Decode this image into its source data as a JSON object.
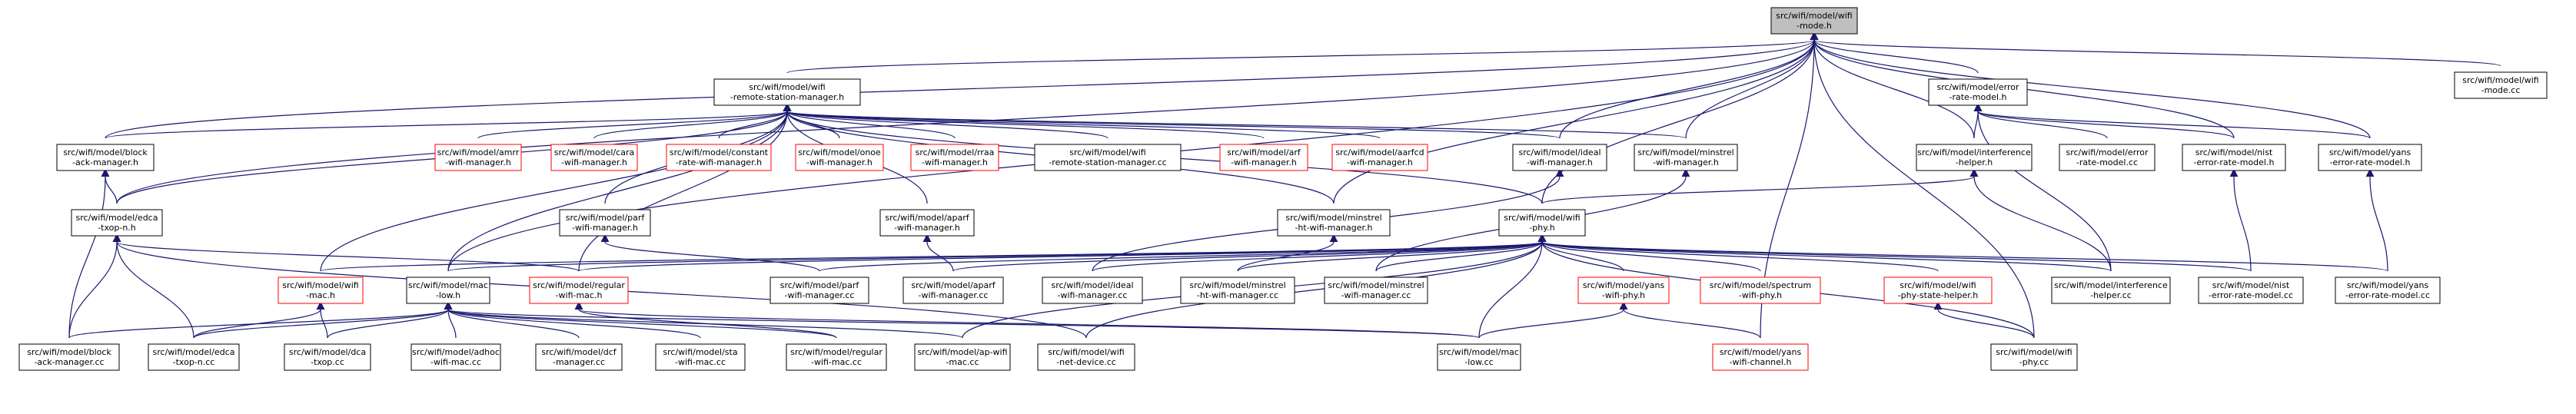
{
  "graph_title": "",
  "colors": {
    "edge": "#191970",
    "root_fill": "#bfbfbf",
    "broken_border": "#ff0000",
    "normal_border": "#000000"
  },
  "nodes": [
    {
      "id": "wifi_mode_h",
      "line1": "src/wifi/model/wifi",
      "line2": "-mode.h",
      "style": "root"
    },
    {
      "id": "wifi_mode_cc",
      "line1": "src/wifi/model/wifi",
      "line2": "-mode.cc",
      "style": "normal"
    },
    {
      "id": "wrsm_h",
      "line1": "src/wifi/model/wifi",
      "line2": "-remote-station-manager.h",
      "style": "normal"
    },
    {
      "id": "error_rate_model_h",
      "line1": "src/wifi/model/error",
      "line2": "-rate-model.h",
      "style": "normal"
    },
    {
      "id": "block_ack_manager_h",
      "line1": "src/wifi/model/block",
      "line2": "-ack-manager.h",
      "style": "normal"
    },
    {
      "id": "amrr_h",
      "line1": "src/wifi/model/amrr",
      "line2": "-wifi-manager.h",
      "style": "red"
    },
    {
      "id": "cara_h",
      "line1": "src/wifi/model/cara",
      "line2": "-wifi-manager.h",
      "style": "red"
    },
    {
      "id": "constant_h",
      "line1": "src/wifi/model/constant",
      "line2": "-rate-wifi-manager.h",
      "style": "red"
    },
    {
      "id": "onoe_h",
      "line1": "src/wifi/model/onoe",
      "line2": "-wifi-manager.h",
      "style": "red"
    },
    {
      "id": "rraa_h",
      "line1": "src/wifi/model/rraa",
      "line2": "-wifi-manager.h",
      "style": "red"
    },
    {
      "id": "wrsm_cc",
      "line1": "src/wifi/model/wifi",
      "line2": "-remote-station-manager.cc",
      "style": "normal"
    },
    {
      "id": "arf_h",
      "line1": "src/wifi/model/arf",
      "line2": "-wifi-manager.h",
      "style": "red"
    },
    {
      "id": "aarfcd_h",
      "line1": "src/wifi/model/aarfcd",
      "line2": "-wifi-manager.h",
      "style": "red"
    },
    {
      "id": "ideal_h",
      "line1": "src/wifi/model/ideal",
      "line2": "-wifi-manager.h",
      "style": "normal"
    },
    {
      "id": "minstrel_h",
      "line1": "src/wifi/model/minstrel",
      "line2": "-wifi-manager.h",
      "style": "normal"
    },
    {
      "id": "interference_h",
      "line1": "src/wifi/model/interference",
      "line2": "-helper.h",
      "style": "normal"
    },
    {
      "id": "error_rate_model_cc",
      "line1": "src/wifi/model/error",
      "line2": "-rate-model.cc",
      "style": "normal"
    },
    {
      "id": "nist_h",
      "line1": "src/wifi/model/nist",
      "line2": "-error-rate-model.h",
      "style": "normal"
    },
    {
      "id": "yans_erm_h",
      "line1": "src/wifi/model/yans",
      "line2": "-error-rate-model.h",
      "style": "normal"
    },
    {
      "id": "edca_h",
      "line1": "src/wifi/model/edca",
      "line2": "-txop-n.h",
      "style": "normal"
    },
    {
      "id": "parf_h",
      "line1": "src/wifi/model/parf",
      "line2": "-wifi-manager.h",
      "style": "normal"
    },
    {
      "id": "aparf_h",
      "line1": "src/wifi/model/aparf",
      "line2": "-wifi-manager.h",
      "style": "normal"
    },
    {
      "id": "minstrel_ht_h",
      "line1": "src/wifi/model/minstrel",
      "line2": "-ht-wifi-manager.h",
      "style": "normal"
    },
    {
      "id": "wifi_phy_h",
      "line1": "src/wifi/model/wifi",
      "line2": "-phy.h",
      "style": "normal"
    },
    {
      "id": "wifi_mac_h",
      "line1": "src/wifi/model/wifi",
      "line2": "-mac.h",
      "style": "red"
    },
    {
      "id": "mac_low_h",
      "line1": "src/wifi/model/mac",
      "line2": "-low.h",
      "style": "normal"
    },
    {
      "id": "regular_mac_h",
      "line1": "src/wifi/model/regular",
      "line2": "-wifi-mac.h",
      "style": "red"
    },
    {
      "id": "parf_cc",
      "line1": "src/wifi/model/parf",
      "line2": "-wifi-manager.cc",
      "style": "normal"
    },
    {
      "id": "aparf_cc",
      "line1": "src/wifi/model/aparf",
      "line2": "-wifi-manager.cc",
      "style": "normal"
    },
    {
      "id": "ideal_cc",
      "line1": "src/wifi/model/ideal",
      "line2": "-wifi-manager.cc",
      "style": "normal"
    },
    {
      "id": "minstrel_ht_cc",
      "line1": "src/wifi/model/minstrel",
      "line2": "-ht-wifi-manager.cc",
      "style": "normal"
    },
    {
      "id": "minstrel_cc",
      "line1": "src/wifi/model/minstrel",
      "line2": "-wifi-manager.cc",
      "style": "normal"
    },
    {
      "id": "yans_phy_h",
      "line1": "src/wifi/model/yans",
      "line2": "-wifi-phy.h",
      "style": "red"
    },
    {
      "id": "spectrum_h",
      "line1": "src/wifi/model/spectrum",
      "line2": "-wifi-phy.h",
      "style": "red"
    },
    {
      "id": "phy_state_h",
      "line1": "src/wifi/model/wifi",
      "line2": "-phy-state-helper.h",
      "style": "red"
    },
    {
      "id": "interference_cc",
      "line1": "src/wifi/model/interference",
      "line2": "-helper.cc",
      "style": "normal"
    },
    {
      "id": "nist_cc",
      "line1": "src/wifi/model/nist",
      "line2": "-error-rate-model.cc",
      "style": "normal"
    },
    {
      "id": "yans_erm_cc",
      "line1": "src/wifi/model/yans",
      "line2": "-error-rate-model.cc",
      "style": "normal"
    },
    {
      "id": "block_ack_manager_cc",
      "line1": "src/wifi/model/block",
      "line2": "-ack-manager.cc",
      "style": "normal"
    },
    {
      "id": "edca_cc",
      "line1": "src/wifi/model/edca",
      "line2": "-txop-n.cc",
      "style": "normal"
    },
    {
      "id": "dca_cc",
      "line1": "src/wifi/model/dca",
      "line2": "-txop.cc",
      "style": "normal"
    },
    {
      "id": "adhoc_cc",
      "line1": "src/wifi/model/adhoc",
      "line2": "-wifi-mac.cc",
      "style": "normal"
    },
    {
      "id": "dcf_cc",
      "line1": "src/wifi/model/dcf",
      "line2": "-manager.cc",
      "style": "normal"
    },
    {
      "id": "sta_cc",
      "line1": "src/wifi/model/sta",
      "line2": "-wifi-mac.cc",
      "style": "normal"
    },
    {
      "id": "regular_mac_cc",
      "line1": "src/wifi/model/regular",
      "line2": "-wifi-mac.cc",
      "style": "normal"
    },
    {
      "id": "ap_mac_cc",
      "line1": "src/wifi/model/ap-wifi",
      "line2": "-mac.cc",
      "style": "normal"
    },
    {
      "id": "net_device_cc",
      "line1": "src/wifi/model/wifi",
      "line2": "-net-device.cc",
      "style": "normal"
    },
    {
      "id": "mac_low_cc",
      "line1": "src/wifi/model/mac",
      "line2": "-low.cc",
      "style": "normal"
    },
    {
      "id": "yans_channel_h",
      "line1": "src/wifi/model/yans",
      "line2": "-wifi-channel.h",
      "style": "red"
    },
    {
      "id": "wifi_phy_cc",
      "line1": "src/wifi/model/wifi",
      "line2": "-phy.cc",
      "style": "normal"
    }
  ],
  "edges": [
    [
      "wifi_mode_h",
      "wifi_mode_cc"
    ],
    [
      "wifi_mode_h",
      "wrsm_h"
    ],
    [
      "wifi_mode_h",
      "error_rate_model_h"
    ],
    [
      "wifi_mode_h",
      "block_ack_manager_h"
    ],
    [
      "wifi_mode_h",
      "edca_h"
    ],
    [
      "wifi_mode_h",
      "mac_low_h"
    ],
    [
      "wifi_mode_h",
      "ideal_h"
    ],
    [
      "wifi_mode_h",
      "minstrel_h"
    ],
    [
      "wifi_mode_h",
      "interference_h"
    ],
    [
      "wifi_mode_h",
      "wifi_phy_h"
    ],
    [
      "wifi_mode_h",
      "minstrel_ht_h"
    ],
    [
      "wifi_mode_h",
      "nist_h"
    ],
    [
      "wifi_mode_h",
      "yans_erm_h"
    ],
    [
      "wifi_mode_h",
      "yans_channel_h"
    ],
    [
      "wifi_mode_h",
      "wifi_phy_cc"
    ],
    [
      "wrsm_h",
      "block_ack_manager_h"
    ],
    [
      "wrsm_h",
      "amrr_h"
    ],
    [
      "wrsm_h",
      "cara_h"
    ],
    [
      "wrsm_h",
      "constant_h"
    ],
    [
      "wrsm_h",
      "onoe_h"
    ],
    [
      "wrsm_h",
      "rraa_h"
    ],
    [
      "wrsm_h",
      "wrsm_cc"
    ],
    [
      "wrsm_h",
      "arf_h"
    ],
    [
      "wrsm_h",
      "aarfcd_h"
    ],
    [
      "wrsm_h",
      "ideal_h"
    ],
    [
      "wrsm_h",
      "minstrel_h"
    ],
    [
      "wrsm_h",
      "edca_h"
    ],
    [
      "wrsm_h",
      "parf_h"
    ],
    [
      "wrsm_h",
      "aparf_h"
    ],
    [
      "wrsm_h",
      "minstrel_ht_h"
    ],
    [
      "wrsm_h",
      "wifi_mac_h"
    ],
    [
      "wrsm_h",
      "mac_low_h"
    ],
    [
      "wrsm_h",
      "regular_mac_h"
    ],
    [
      "wrsm_h",
      "wifi_phy_h"
    ],
    [
      "error_rate_model_h",
      "interference_h"
    ],
    [
      "error_rate_model_h",
      "error_rate_model_cc"
    ],
    [
      "error_rate_model_h",
      "nist_h"
    ],
    [
      "error_rate_model_h",
      "yans_erm_h"
    ],
    [
      "error_rate_model_h",
      "interference_cc"
    ],
    [
      "block_ack_manager_h",
      "edca_h"
    ],
    [
      "block_ack_manager_h",
      "block_ack_manager_cc"
    ],
    [
      "ideal_h",
      "ideal_cc"
    ],
    [
      "minstrel_h",
      "minstrel_cc"
    ],
    [
      "interference_h",
      "wifi_phy_h"
    ],
    [
      "interference_h",
      "interference_cc"
    ],
    [
      "nist_h",
      "nist_cc"
    ],
    [
      "yans_erm_h",
      "yans_erm_cc"
    ],
    [
      "edca_h",
      "block_ack_manager_cc"
    ],
    [
      "edca_h",
      "edca_cc"
    ],
    [
      "edca_h",
      "regular_mac_h"
    ],
    [
      "edca_h",
      "net_device_cc"
    ],
    [
      "parf_h",
      "parf_cc"
    ],
    [
      "aparf_h",
      "aparf_cc"
    ],
    [
      "minstrel_ht_h",
      "minstrel_ht_cc"
    ],
    [
      "wifi_phy_h",
      "wifi_mac_h"
    ],
    [
      "wifi_phy_h",
      "mac_low_h"
    ],
    [
      "wifi_phy_h",
      "regular_mac_h"
    ],
    [
      "wifi_phy_h",
      "parf_cc"
    ],
    [
      "wifi_phy_h",
      "aparf_cc"
    ],
    [
      "wifi_phy_h",
      "ideal_cc"
    ],
    [
      "wifi_phy_h",
      "minstrel_ht_cc"
    ],
    [
      "wifi_phy_h",
      "minstrel_cc"
    ],
    [
      "wifi_phy_h",
      "yans_phy_h"
    ],
    [
      "wifi_phy_h",
      "spectrum_h"
    ],
    [
      "wifi_phy_h",
      "phy_state_h"
    ],
    [
      "wifi_phy_h",
      "interference_cc"
    ],
    [
      "wifi_phy_h",
      "nist_cc"
    ],
    [
      "wifi_phy_h",
      "yans_erm_cc"
    ],
    [
      "wifi_phy_h",
      "wifi_phy_cc"
    ],
    [
      "wifi_phy_h",
      "net_device_cc"
    ],
    [
      "wifi_phy_h",
      "mac_low_cc"
    ],
    [
      "wifi_phy_h",
      "ap_mac_cc"
    ],
    [
      "wifi_mac_h",
      "edca_cc"
    ],
    [
      "wifi_mac_h",
      "dca_cc"
    ],
    [
      "mac_low_h",
      "block_ack_manager_cc"
    ],
    [
      "mac_low_h",
      "edca_cc"
    ],
    [
      "mac_low_h",
      "dca_cc"
    ],
    [
      "mac_low_h",
      "adhoc_cc"
    ],
    [
      "mac_low_h",
      "dcf_cc"
    ],
    [
      "mac_low_h",
      "sta_cc"
    ],
    [
      "mac_low_h",
      "regular_mac_cc"
    ],
    [
      "mac_low_h",
      "ap_mac_cc"
    ],
    [
      "mac_low_h",
      "mac_low_cc"
    ],
    [
      "regular_mac_h",
      "regular_mac_cc"
    ],
    [
      "regular_mac_h",
      "mac_low_cc"
    ],
    [
      "yans_phy_h",
      "yans_channel_h"
    ],
    [
      "yans_phy_h",
      "mac_low_cc"
    ],
    [
      "phy_state_h",
      "wifi_phy_cc"
    ]
  ]
}
